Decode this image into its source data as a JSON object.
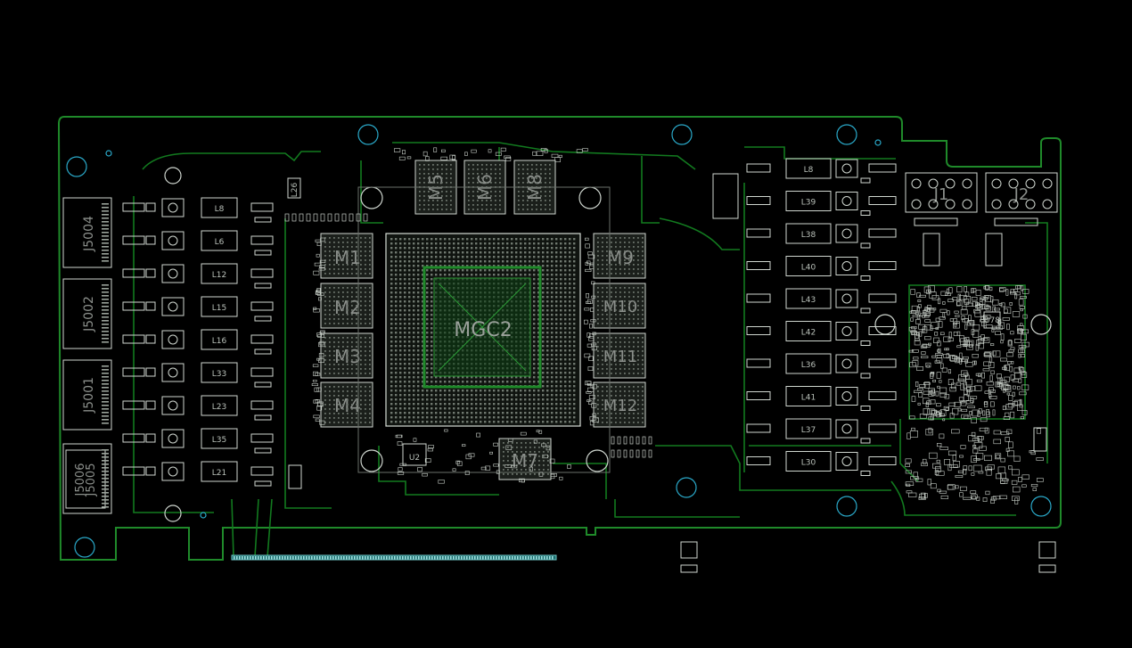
{
  "board": {
    "gpu_label": "MGC2",
    "memory": [
      {
        "id": "m1",
        "label": "M1",
        "orient": "h"
      },
      {
        "id": "m2",
        "label": "M2",
        "orient": "h"
      },
      {
        "id": "m3",
        "label": "M3",
        "orient": "h"
      },
      {
        "id": "m4",
        "label": "M4",
        "orient": "h"
      },
      {
        "id": "m5",
        "label": "M5",
        "orient": "v"
      },
      {
        "id": "m6",
        "label": "M6",
        "orient": "v"
      },
      {
        "id": "m8",
        "label": "M8",
        "orient": "v"
      },
      {
        "id": "m7",
        "label": "M7",
        "orient": "h"
      },
      {
        "id": "m9",
        "label": "M9",
        "orient": "h"
      },
      {
        "id": "m10",
        "label": "M10",
        "orient": "h"
      },
      {
        "id": "m11",
        "label": "M11",
        "orient": "h"
      },
      {
        "id": "m12",
        "label": "M12",
        "orient": "h"
      }
    ],
    "connectors": [
      {
        "id": "j5004",
        "label": "J5004"
      },
      {
        "id": "j5002",
        "label": "J5002"
      },
      {
        "id": "j5001",
        "label": "J5001"
      },
      {
        "id": "j5005",
        "label": "J5005"
      },
      {
        "id": "j5006",
        "label": "J5006"
      },
      {
        "id": "j1",
        "label": "J1"
      },
      {
        "id": "j2",
        "label": "J2"
      }
    ],
    "left_inductors": [
      "L8",
      "L6",
      "L12",
      "L15",
      "L16",
      "L33",
      "L23",
      "L35",
      "L21"
    ],
    "right_inductors": [
      "L8",
      "L39",
      "L38",
      "L40",
      "L43",
      "L42",
      "L36",
      "L41",
      "L37",
      "L30"
    ],
    "small_refs": [
      "L26",
      "U2",
      "U78"
    ],
    "colors": {
      "outline": "#1f8a2a",
      "trace": "#127a1f",
      "silkscreen": "#cfd6cf",
      "label": "#8b8f8b",
      "mounting_hole": "#2aa9c9",
      "pcie_edge": "#6fc8c8"
    }
  }
}
